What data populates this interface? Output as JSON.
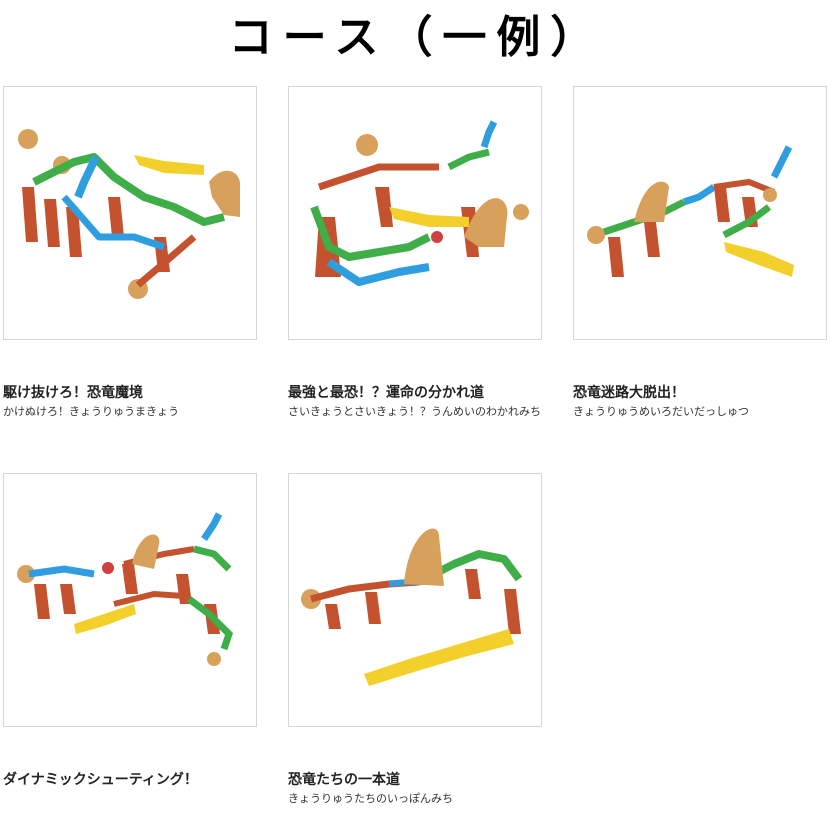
{
  "header": {
    "title": "コース（一例）"
  },
  "courses": [
    {
      "name": "駆け抜けろ！恐竜魔境",
      "reading": "かけぬけろ！きょうりゅうまきょう"
    },
    {
      "name": "最強と最恐！？運命の分かれ道",
      "reading": "さいきょうとさいきょう！？うんめいのわかれみち"
    },
    {
      "name": "恐竜迷路大脱出！",
      "reading": "きょうりゅうめいろだいだっしゅつ"
    },
    {
      "name": "ダイナミックシューティング！",
      "reading": ""
    },
    {
      "name": "恐竜たちの一本道",
      "reading": "きょうりゅうたちのいっぽんみち"
    }
  ],
  "colors": {
    "green_track": "#3fae49",
    "blue_track": "#2e9ee0",
    "red_pillar": "#c4522e",
    "yellow_croc": "#f2cf2b",
    "tan_dino": "#d7a15c"
  }
}
